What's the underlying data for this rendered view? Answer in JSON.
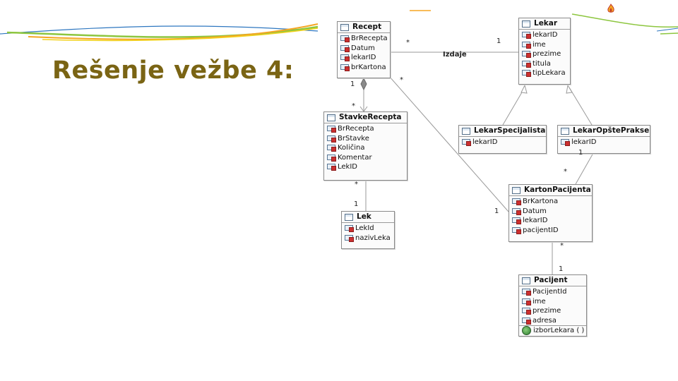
{
  "slide": {
    "title": "Rešenje vežbe 4:",
    "colors": {
      "title": "#7a6414",
      "swoosh_green": "#8dc63f",
      "swoosh_orange": "#f5a623",
      "swoosh_yellow": "#f2d21b",
      "swoosh_blue": "#2e77c0"
    }
  },
  "diagram": {
    "classes": {
      "recept": {
        "name": "Recept",
        "attributes": [
          "BrRecepta",
          "Datum",
          "lekarID",
          "brKartona"
        ]
      },
      "lekar": {
        "name": "Lekar",
        "attributes": [
          "lekarID",
          "ime",
          "prezime",
          "titula",
          "tipLekara"
        ]
      },
      "stavke": {
        "name": "StavkeRecepta",
        "attributes": [
          "BrRecepta",
          "BrStavke",
          "Količina",
          "Komentar",
          "LekID"
        ]
      },
      "lek": {
        "name": "Lek",
        "attributes": [
          "LekId",
          "nazivLeka"
        ]
      },
      "specijalista": {
        "name": "LekarSpecijalista",
        "attributes": [
          "lekarID"
        ]
      },
      "opste": {
        "name": "LekarOpštePrakse",
        "attributes": [
          "lekarID"
        ]
      },
      "karton": {
        "name": "KartonPacijenta",
        "attributes": [
          "BrKartona",
          "Datum",
          "lekarID",
          "pacijentID"
        ]
      },
      "pacijent": {
        "name": "Pacijent",
        "attributes": [
          "PacijentId",
          "ime",
          "prezime",
          "adresa"
        ],
        "operations": [
          "izborLekara ( )"
        ]
      }
    },
    "association_label": "Izdaje",
    "multiplicities": {
      "recept_lekar_star": "*",
      "recept_lekar_one": "1",
      "recept_stavke_one": "1",
      "recept_stavke_star": "*",
      "recept_karton_star": "*",
      "recept_karton_one": "1",
      "stavke_lek_star": "*",
      "stavke_lek_one": "1",
      "opste_karton_one": "1",
      "opste_karton_star": "*",
      "karton_pacijent_star": "*",
      "karton_pacijent_one": "1"
    }
  }
}
